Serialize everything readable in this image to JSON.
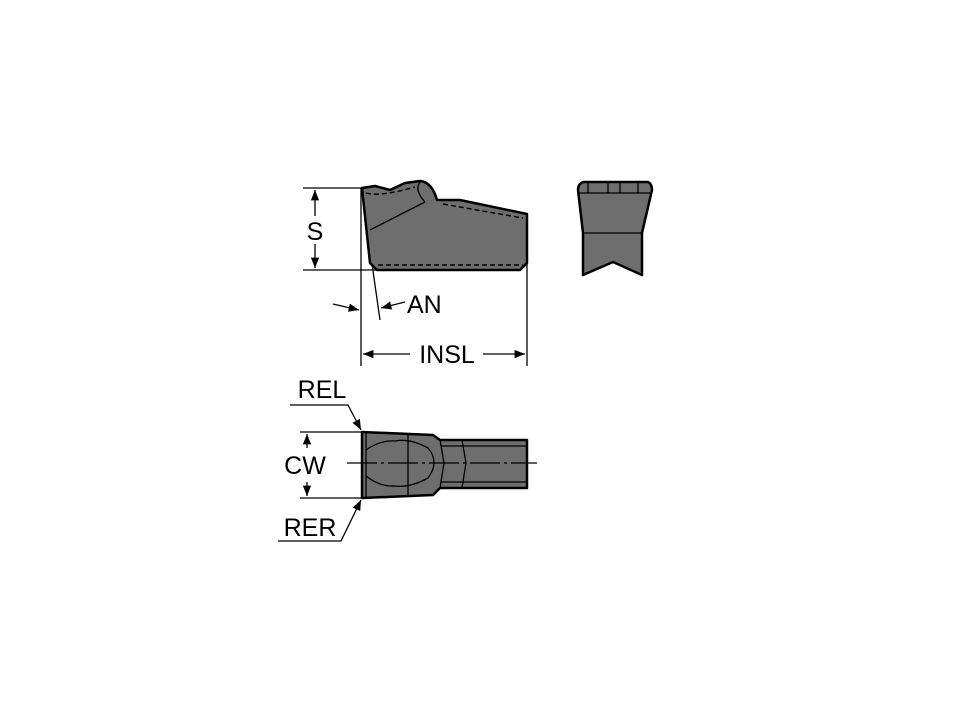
{
  "labels": {
    "s": "S",
    "an": "AN",
    "insl": "INSL",
    "rel": "REL",
    "cw": "CW",
    "rer": "RER"
  },
  "colors": {
    "insert_fill": "#6e6e6e",
    "line": "#000000"
  }
}
